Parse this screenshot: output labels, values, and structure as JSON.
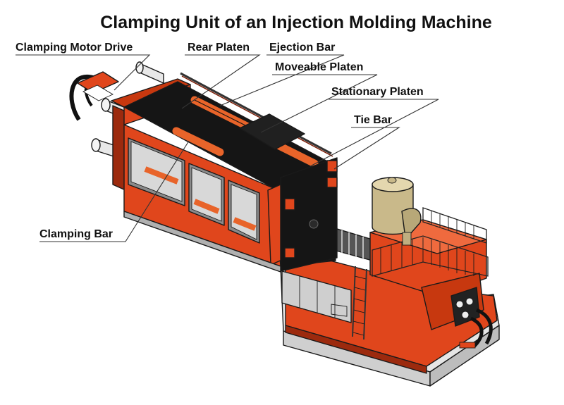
{
  "title": "Clamping Unit of an Injection Molding Machine",
  "labels": {
    "clamping_motor_drive": "Clamping Motor Drive",
    "rear_platen": "Rear Platen",
    "ejection_bar": "Ejection Bar",
    "moveable_platen": "Moveable Platen",
    "stationary_platen": "Stationary Platen",
    "tie_bar": "Tie Bar",
    "clamping_bar": "Clamping Bar"
  },
  "colors": {
    "machine_orange": "#e0461c",
    "machine_dark": "#9c2a0e",
    "frame_black": "#151515",
    "hopper_tan": "#c9b98a",
    "base_gray": "#dcdcdc",
    "bar_orange": "#e8642a"
  }
}
